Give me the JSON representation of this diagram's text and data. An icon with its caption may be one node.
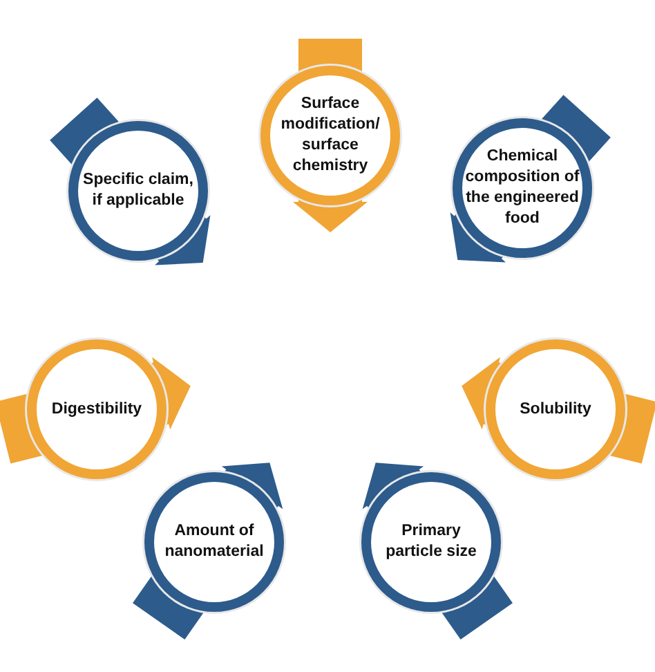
{
  "diagram": {
    "nodes": [
      {
        "text": [
          "Surface modification/ surface chemistry"
        ]
      },
      {
        "text": [
          "Specific claim, if applicable"
        ]
      },
      {
        "text": [
          "Chemical composition of the engineered food"
        ]
      },
      {
        "text": [
          "Digestibility"
        ]
      },
      {
        "text": [
          "Solubility"
        ]
      },
      {
        "text": [
          "Amount of nanomaterial"
        ]
      },
      {
        "text": [
          "Primary particle size"
        ]
      }
    ]
  }
}
